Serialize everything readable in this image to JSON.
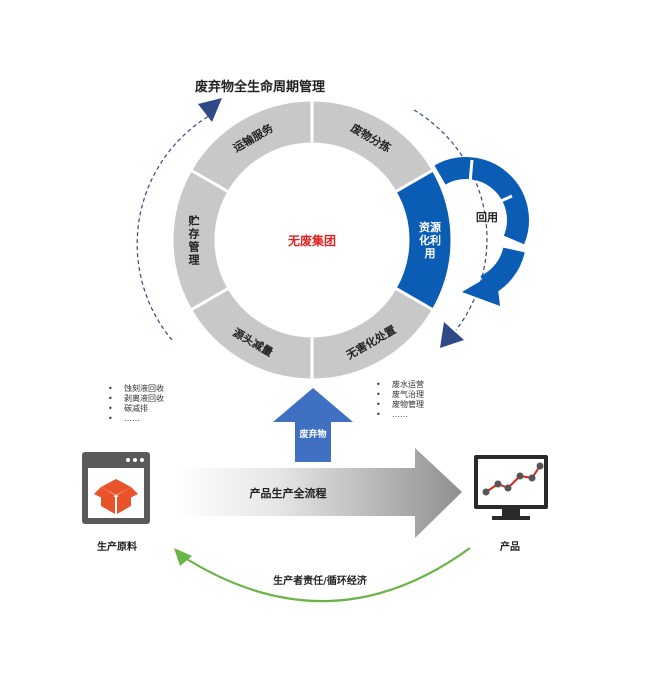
{
  "diagram": {
    "title": "废弃物全生命周期管理",
    "center_label": "无废集团",
    "ring_segments": [
      {
        "id": "sorting",
        "label": "废物分拣"
      },
      {
        "id": "recycling",
        "label": "资源化利用",
        "lines": [
          "资源",
          "化利",
          "用"
        ]
      },
      {
        "id": "harmless",
        "label": "无害化处置"
      },
      {
        "id": "source",
        "label": "源头减量"
      },
      {
        "id": "storage",
        "label": "贮存管理",
        "lines": [
          "贮",
          "存",
          "管",
          "理"
        ]
      },
      {
        "id": "transport",
        "label": "运输服务"
      }
    ],
    "return_label": "回用",
    "waste_arrow_label": "废弃物",
    "flow_label": "产品生产全流程",
    "raw_material_label": "生产原料",
    "product_label": "产品",
    "responsibility_label": "生产者责任/循环经济",
    "left_bullets": [
      "蚀刻液回收",
      "剥离液回收",
      "碳减排",
      "……"
    ],
    "right_bullets": [
      "废水运营",
      "废气治理",
      "废物管理",
      "……"
    ],
    "colors": {
      "ring_gray": "#c8c8c8",
      "ring_blue": "#0a5cb5",
      "arrow_blue": "#3f70c2",
      "dark_navy": "#2e4a86",
      "red_text": "#e02020",
      "box_orange": "#e8532a",
      "green": "#6ab446"
    }
  }
}
